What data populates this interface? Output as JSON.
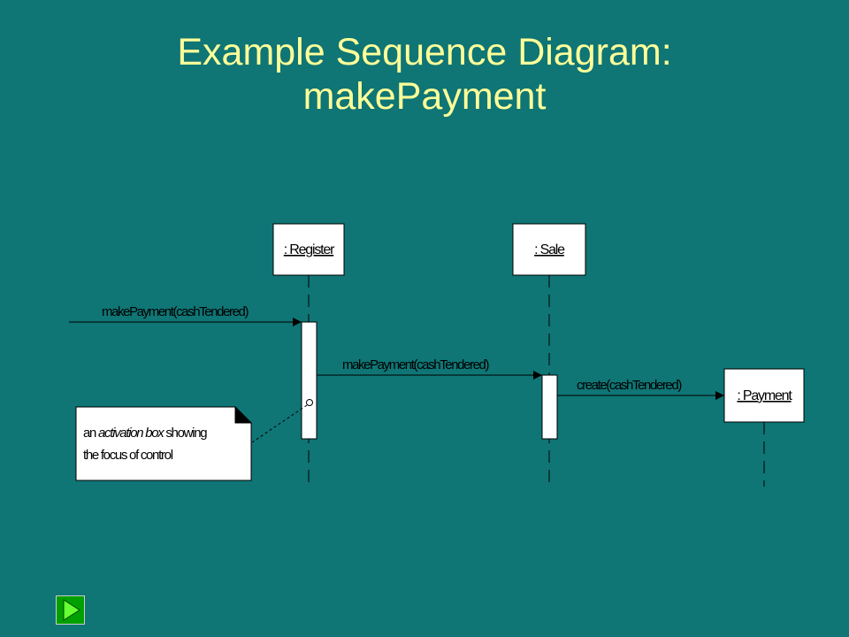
{
  "title": {
    "line1": "Example Sequence Diagram:",
    "line2": "makePayment"
  },
  "colors": {
    "background": "#0f7575",
    "title": "#ffff99",
    "box_fill": "#ffffff",
    "nav_button": "#00a000"
  },
  "diagram": {
    "objects": {
      "register": ": Register",
      "sale": ": Sale",
      "payment": ": Payment"
    },
    "messages": {
      "m1": "makePayment(cashTendered)",
      "m2": "makePayment(cashTendered)",
      "m3": "create(cashTendered)"
    },
    "note": {
      "line1_plain": "an ",
      "line1_italic": "activation box",
      "line1_rest": " showing",
      "line2": "the focus of control"
    }
  },
  "nav": {
    "icon": "play-triangle-icon"
  }
}
